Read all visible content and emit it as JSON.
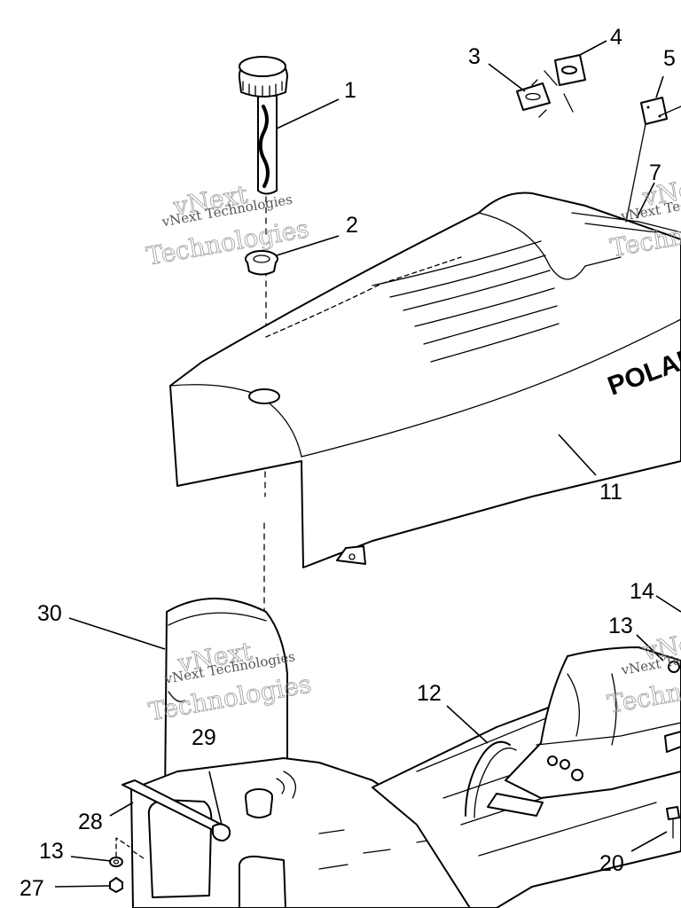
{
  "callouts": {
    "c1": "1",
    "c2": "2",
    "c3": "3",
    "c4": "4",
    "c5": "5",
    "c7": "7",
    "c11": "11",
    "c12": "12",
    "c13a": "13",
    "c13b": "13",
    "c14": "14",
    "c20": "20",
    "c27": "27",
    "c28": "28",
    "c29": "29",
    "c30": "30"
  },
  "watermark": {
    "line_small": "vNext Technologies",
    "line_large_1": "vNext",
    "line_large_2": "Technologies"
  },
  "seat_logo": "POLAR",
  "colors": {
    "ink": "#000000",
    "paper": "#ffffff",
    "watermark": "#9a9a9a"
  }
}
